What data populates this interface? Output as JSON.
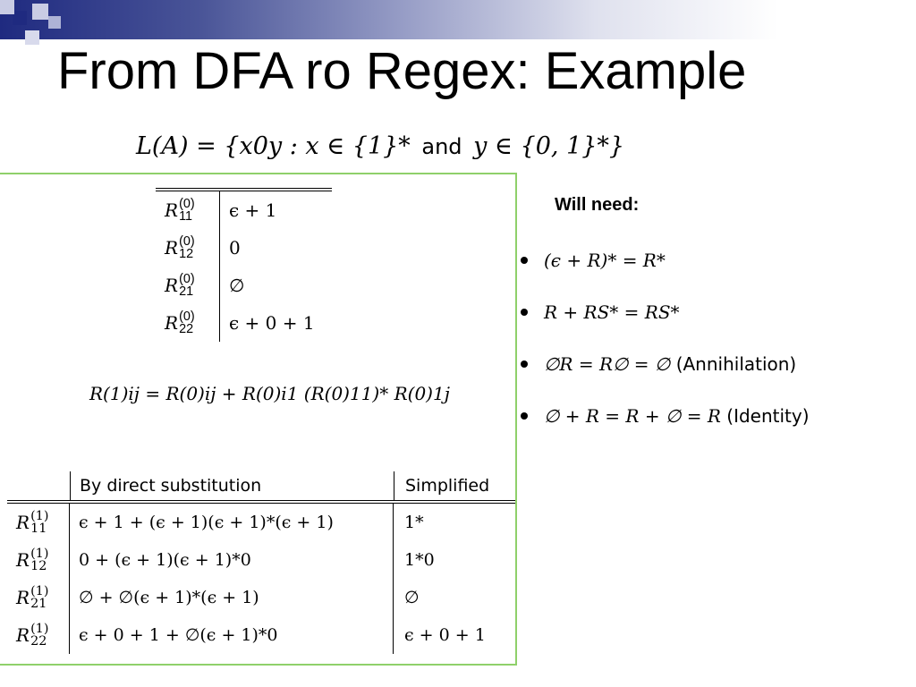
{
  "slide": {
    "title": "From DFA ro Regex: Example"
  },
  "language": {
    "lhs": "L(A) = {x0y : x ∈ {1}*",
    "and_word": "and",
    "rhs": "y ∈ {0, 1}*}"
  },
  "table0": {
    "rows": [
      {
        "sub": "11",
        "sup": "(0)",
        "value": "ϵ + 1"
      },
      {
        "sub": "12",
        "sup": "(0)",
        "value": "0"
      },
      {
        "sub": "21",
        "sup": "(0)",
        "value": "∅"
      },
      {
        "sub": "22",
        "sup": "(0)",
        "value": "ϵ + 0 + 1"
      }
    ]
  },
  "formula": {
    "text": "R(1)ij = R(0)ij + R(0)i1 (R(0)11)* R(0)1j"
  },
  "table1": {
    "header_sub": "By direct substitution",
    "header_simp": "Simplified",
    "rows": [
      {
        "sub": "11",
        "sup": "(1)",
        "direct": "ϵ + 1 + (ϵ + 1)(ϵ + 1)*(ϵ + 1)",
        "simplified": "1*"
      },
      {
        "sub": "12",
        "sup": "(1)",
        "direct": "0 + (ϵ + 1)(ϵ + 1)*0",
        "simplified": "1*0"
      },
      {
        "sub": "21",
        "sup": "(1)",
        "direct": "∅ + ∅(ϵ + 1)*(ϵ + 1)",
        "simplified": "∅"
      },
      {
        "sub": "22",
        "sup": "(1)",
        "direct": "ϵ + 0 + 1 + ∅(ϵ + 1)*0",
        "simplified": "ϵ + 0 + 1"
      }
    ]
  },
  "will_need": {
    "label": "Will need:",
    "items": [
      {
        "expr": "(ϵ + R)* = R*",
        "note": ""
      },
      {
        "expr": "R + RS* = RS*",
        "note": ""
      },
      {
        "expr": "∅R = R∅ = ∅",
        "note": "(Annihilation)"
      },
      {
        "expr": "∅ + R = R + ∅ = R",
        "note": "(Identity)"
      }
    ]
  },
  "colors": {
    "accent_navy": "#1f2a80",
    "box_border": "#8fd06a"
  }
}
